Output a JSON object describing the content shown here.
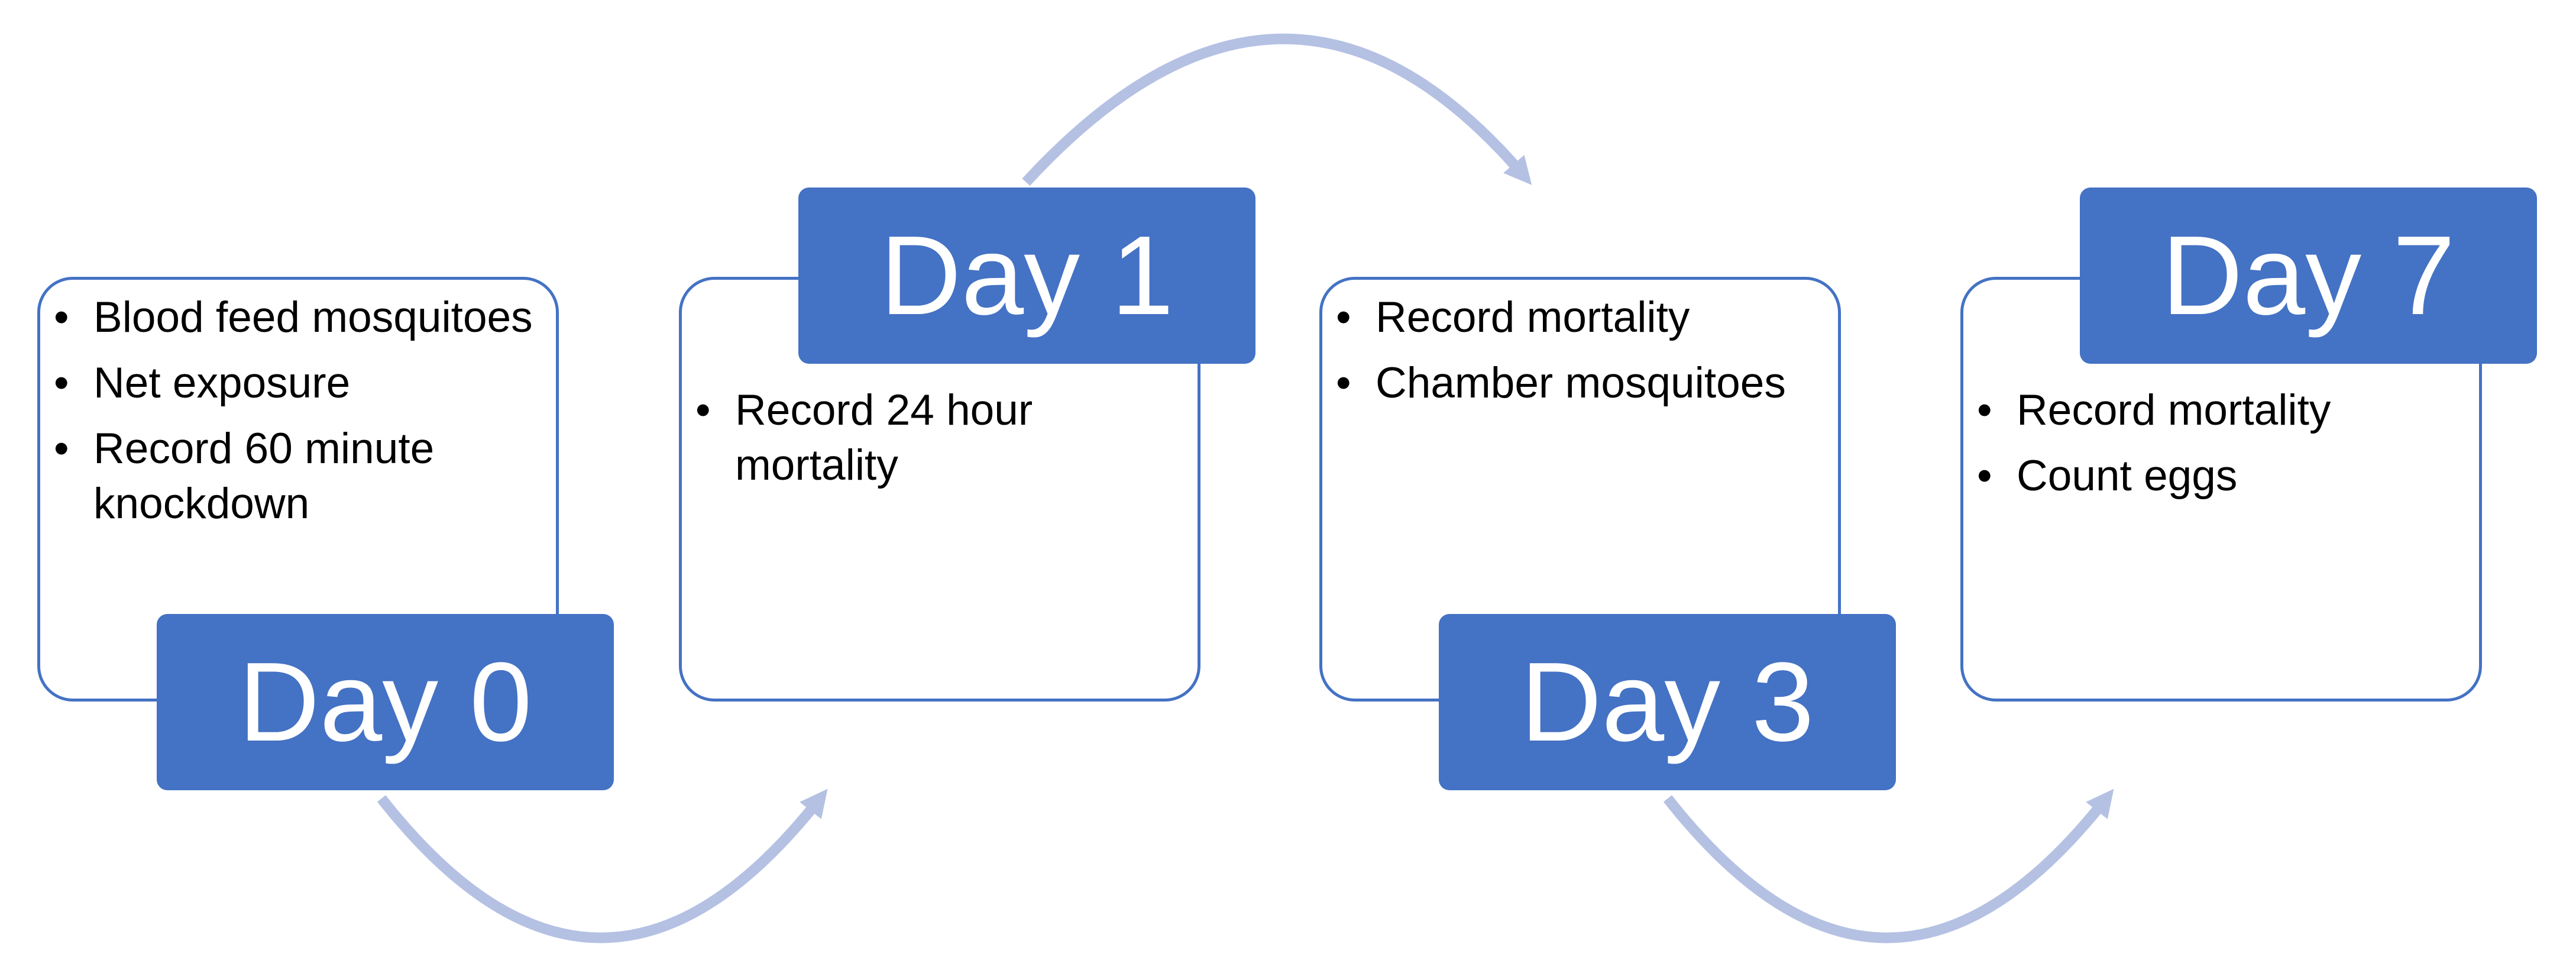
{
  "steps": [
    {
      "day": "Day 0",
      "items": [
        "Blood feed mosquitoes",
        "Net exposure",
        "Record 60 minute knockdown"
      ]
    },
    {
      "day": "Day 1",
      "items": [
        "Record 24 hour mortality"
      ]
    },
    {
      "day": "Day 3",
      "items": [
        "Record mortality",
        "Chamber mosquitoes"
      ]
    },
    {
      "day": "Day 7",
      "items": [
        "Record mortality",
        "Count eggs"
      ]
    }
  ],
  "colors": {
    "accent": "#4472C4",
    "arrow": "#B4C1E3",
    "label_text": "#FFFFFF",
    "body_text": "#000000"
  }
}
